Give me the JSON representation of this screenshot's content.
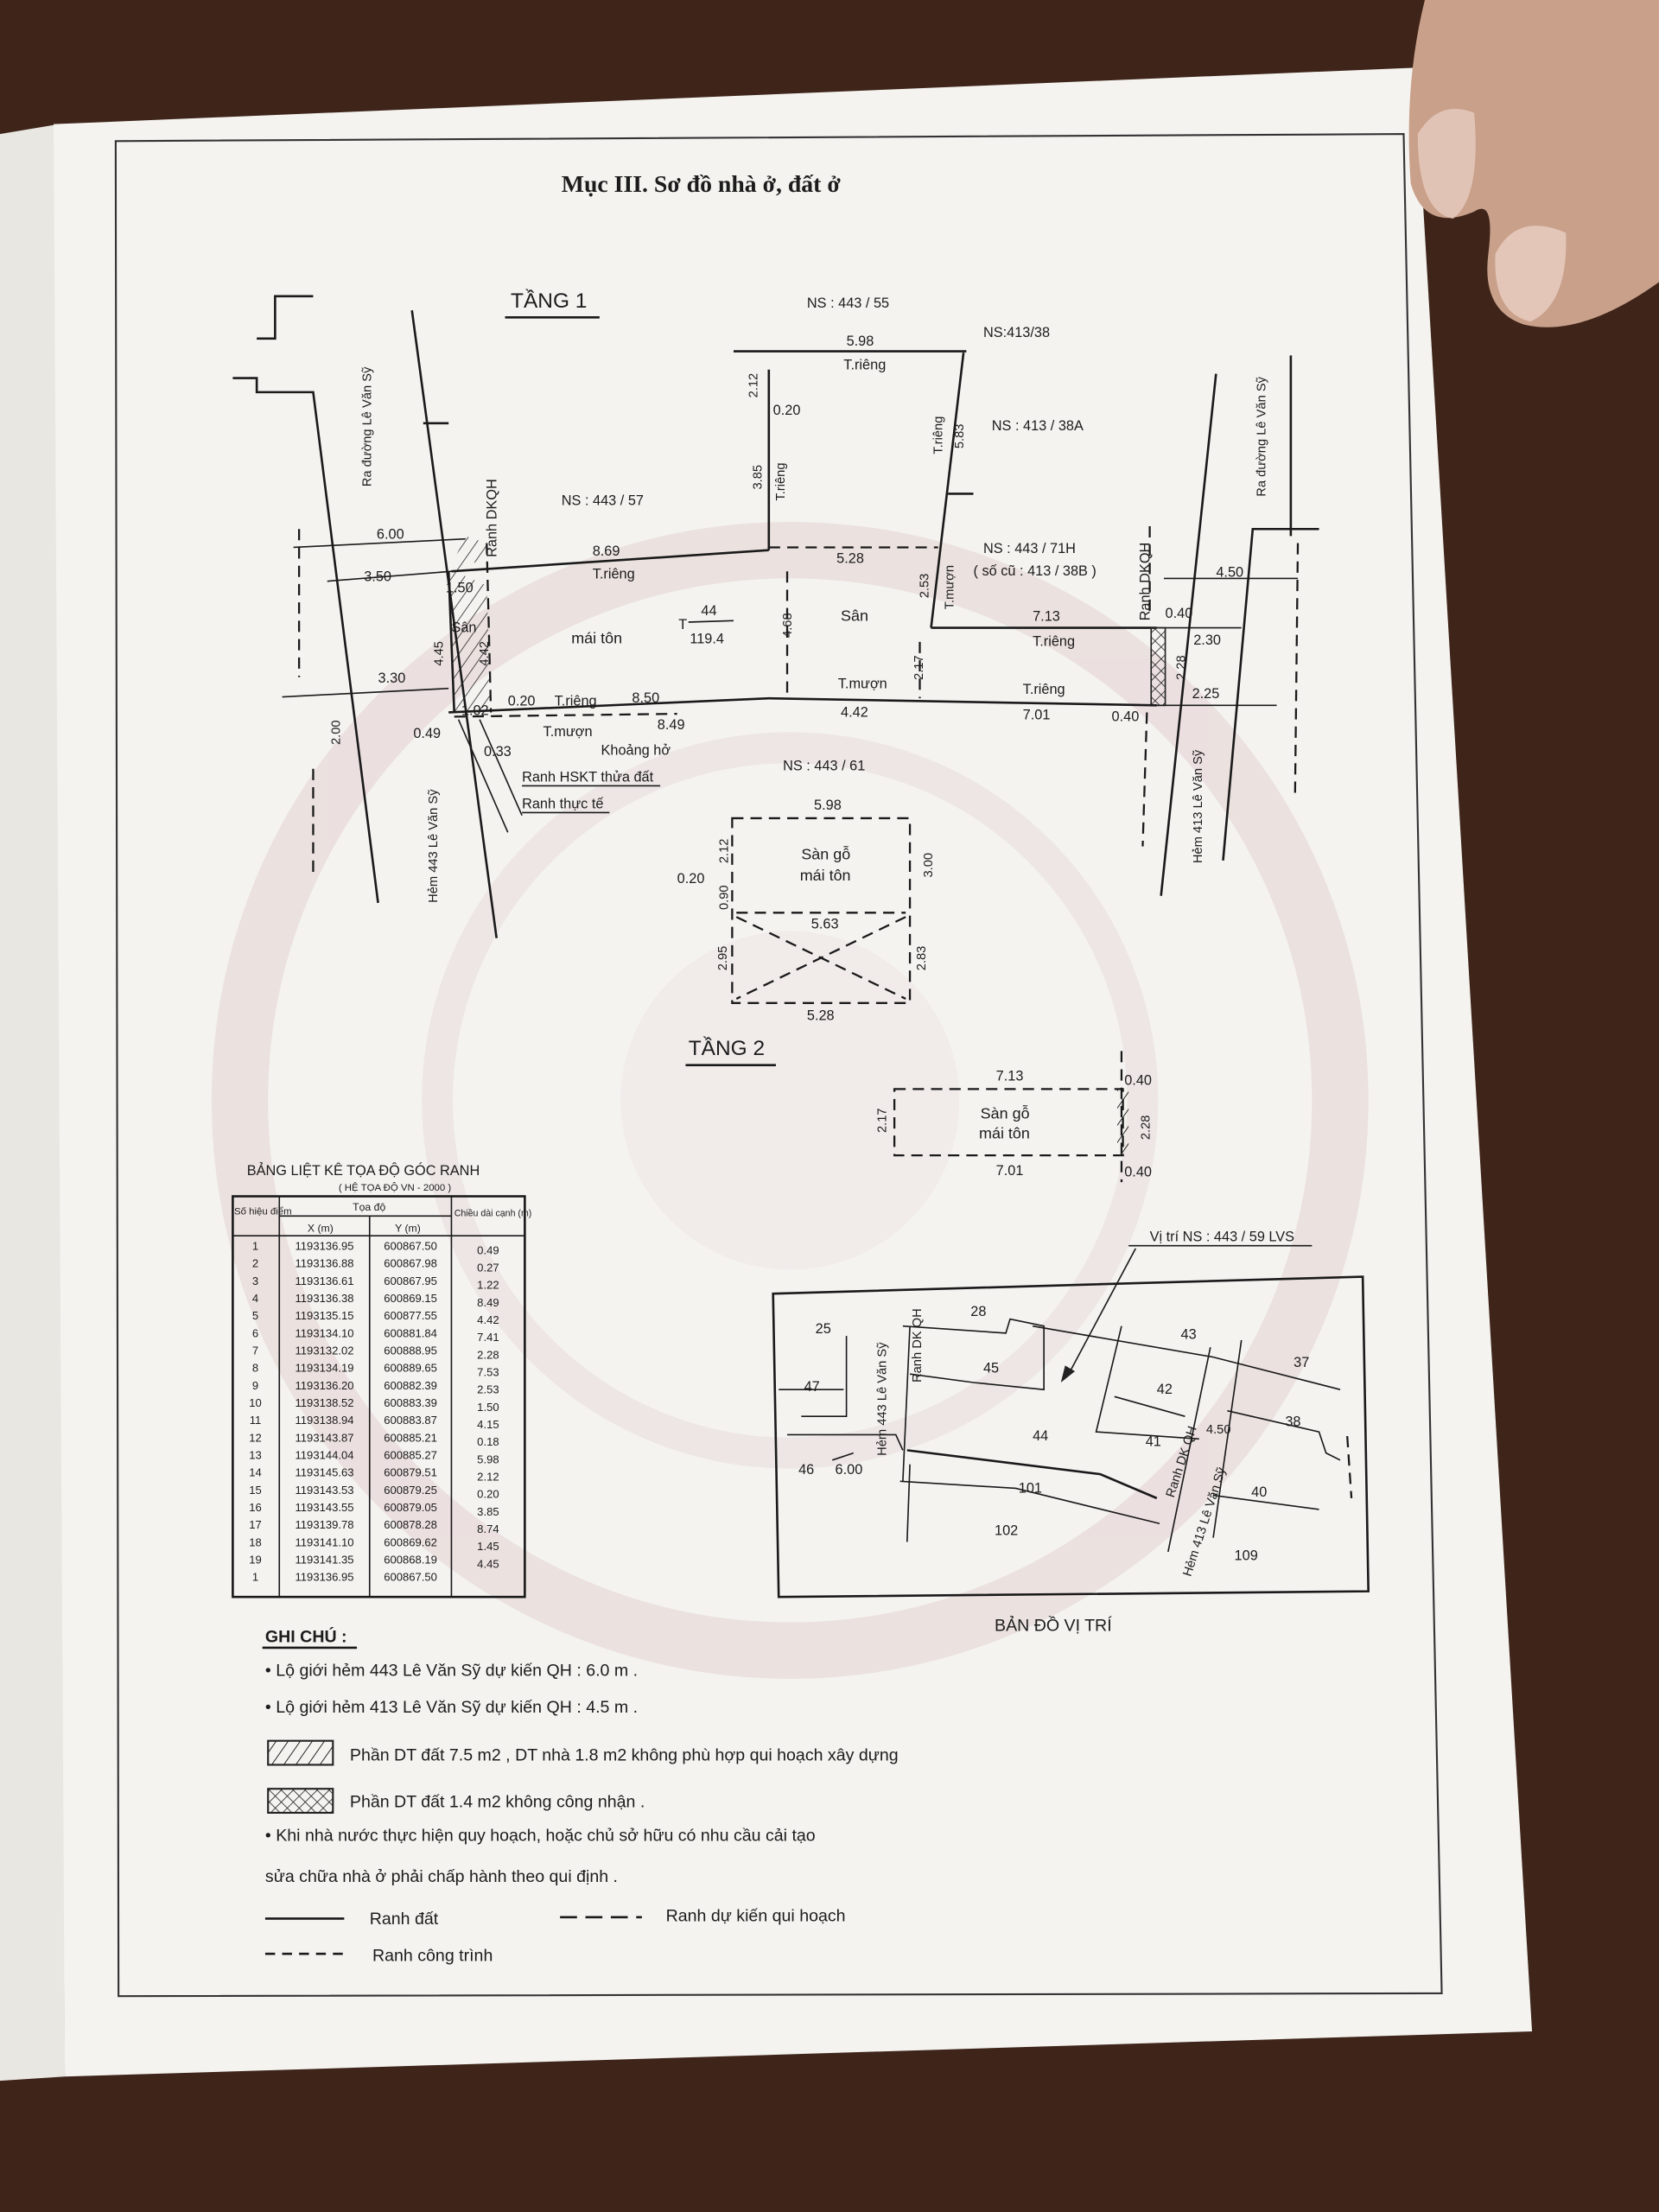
{
  "colors": {
    "background_wood": "#3e2419",
    "paper": "#f4f3f0",
    "ink": "#1c1c1c",
    "watermark": "#e6d6d6"
  },
  "title": "Mục III. Sơ đồ nhà ở, đất ở",
  "floor1": {
    "heading": "TẦNG 1",
    "neighbors": [
      "NS : 443 / 55",
      "NS:413/38",
      "NS : 413 / 38A",
      "NS : 443 / 57",
      "NS : 443 / 71H",
      "( số cũ : 413 / 38B )",
      "NS : 443 / 61"
    ],
    "roads": {
      "left_top": "Ra đường Lê Văn Sỹ",
      "left_bottom": "Hẻm 443 Lê Văn Sỹ",
      "right_top": "Ra đường Lê Văn Sỹ",
      "right_bottom": "Hẻm 413 Lê Văn Sỹ"
    },
    "boundary_labels": {
      "ranh_dkqh": "Ranh DKQH",
      "ranh_hskt": "Ranh HSKT thửa đất",
      "ranh_thuc_te": "Ranh thực tế",
      "khoang_ho": "Khoảng hở"
    },
    "rooms": {
      "san_left": "Sân",
      "mai_ton": "mái tôn",
      "san_right": "Sân",
      "t_label": "T",
      "floors": "44",
      "area": "119.4"
    },
    "wall_labels": {
      "t_rieng": "T.riêng",
      "t_muon": "T.mượn"
    },
    "dimensions": {
      "top_598": "5.98",
      "d212": "2.12",
      "d020": "0.20",
      "d385": "3.85",
      "d583": "5.83",
      "d600": "6.00",
      "d869": "8.69",
      "d350": "3.50",
      "d528": "5.28",
      "d450": "4.50",
      "d150": "1.50",
      "d445": "4.45",
      "d442": "4.42",
      "d468": "4.68",
      "d253": "2.53",
      "d713": "7.13",
      "d040a": "0.40",
      "d230": "2.30",
      "d217": "2.17",
      "d228": "2.28",
      "d225": "2.25",
      "d330": "3.30",
      "d200": "2.00",
      "d049": "0.49",
      "d102": "1.02",
      "d020b": "0.20",
      "d850": "8.50",
      "d849": "8.49",
      "d033": "0.33",
      "d442b": "4.42",
      "d701": "7.01",
      "d040b": "0.40"
    }
  },
  "floor2": {
    "heading": "TẦNG 2",
    "box1": {
      "top": "5.98",
      "label1": "Sàn gỗ",
      "label2": "mái tôn",
      "d212": "2.12",
      "d020": "0.20",
      "d090": "0.90",
      "d300": "3.00",
      "mid": "5.63",
      "d295": "2.95",
      "d283": "2.83",
      "bottom": "5.28"
    },
    "box2": {
      "top": "7.13",
      "bottom": "7.01",
      "label1": "Sàn gỗ",
      "label2": "mái tôn",
      "d217": "2.17",
      "d040a": "0.40",
      "d228": "2.28",
      "d040b": "0.40"
    }
  },
  "coord_table": {
    "title": "BẢNG LIỆT KÊ TỌA ĐỘ GÓC RANH",
    "subtitle": "( HỆ TỌA ĐỘ VN - 2000 )",
    "headers": {
      "point": "Số hiệu điểm",
      "coords": "Tọa độ",
      "x": "X (m)",
      "y": "Y (m)",
      "length": "Chiều dài cạnh (m)"
    },
    "rows": [
      [
        "1",
        "1193136.95",
        "600867.50",
        "0.49"
      ],
      [
        "2",
        "1193136.88",
        "600867.98",
        "0.27"
      ],
      [
        "3",
        "1193136.61",
        "600867.95",
        "1.22"
      ],
      [
        "4",
        "1193136.38",
        "600869.15",
        "8.49"
      ],
      [
        "5",
        "1193135.15",
        "600877.55",
        "4.42"
      ],
      [
        "6",
        "1193134.10",
        "600881.84",
        "7.41"
      ],
      [
        "7",
        "1193132.02",
        "600888.95",
        "2.28"
      ],
      [
        "8",
        "1193134.19",
        "600889.65",
        "7.53"
      ],
      [
        "9",
        "1193136.20",
        "600882.39",
        "2.53"
      ],
      [
        "10",
        "1193138.52",
        "600883.39",
        "1.50"
      ],
      [
        "11",
        "1193138.94",
        "600883.87",
        "4.15"
      ],
      [
        "12",
        "1193143.87",
        "600885.21",
        "0.18"
      ],
      [
        "13",
        "1193144.04",
        "600885.27",
        "5.98"
      ],
      [
        "14",
        "1193145.63",
        "600879.51",
        "2.12"
      ],
      [
        "15",
        "1193143.53",
        "600879.25",
        "0.20"
      ],
      [
        "16",
        "1193143.55",
        "600879.05",
        "3.85"
      ],
      [
        "17",
        "1193139.78",
        "600878.28",
        "8.74"
      ],
      [
        "18",
        "1193141.10",
        "600869.62",
        "1.45"
      ],
      [
        "19",
        "1193141.35",
        "600868.19",
        "4.45"
      ],
      [
        "1",
        "1193136.95",
        "600867.50",
        ""
      ]
    ]
  },
  "location_map": {
    "caption": "BẢN ĐỒ VỊ TRÍ",
    "pointer_label": "Vị trí NS : 443 / 59 LVS",
    "parcels": [
      "25",
      "28",
      "47",
      "45",
      "43",
      "37",
      "42",
      "38",
      "44",
      "41",
      "46",
      "101",
      "40",
      "102",
      "109"
    ],
    "dim_600": "6.00",
    "dim_450": "4.50",
    "road_left": "Hẻm 443 Lê Văn Sỹ",
    "road_right": "Hẻm 413 Lê Văn Sỹ",
    "ranh_left": "Ranh DK QH",
    "ranh_right": "Ranh DK QH"
  },
  "notes": {
    "heading": "GHI CHÚ :",
    "items": [
      "• Lộ giới hẻm 443 Lê Văn Sỹ dự kiến QH : 6.0 m .",
      "• Lộ giới hẻm 413 Lê Văn Sỹ dự kiến QH : 4.5 m .",
      "Phần DT đất  7.5 m2 , DT nhà  1.8 m2  không phù hợp qui hoạch xây dựng",
      "Phần DT đất 1.4 m2 không công nhận .",
      "• Khi nhà nước thực hiện quy hoạch, hoặc chủ sở hữu có nhu cầu cải tạo",
      "sửa chữa nhà ở  phải chấp hành theo qui định ."
    ],
    "legend": {
      "solid": "Ranh đất",
      "long_dash": "Ranh dự kiến qui hoạch",
      "short_dash": "Ranh công trình"
    }
  }
}
